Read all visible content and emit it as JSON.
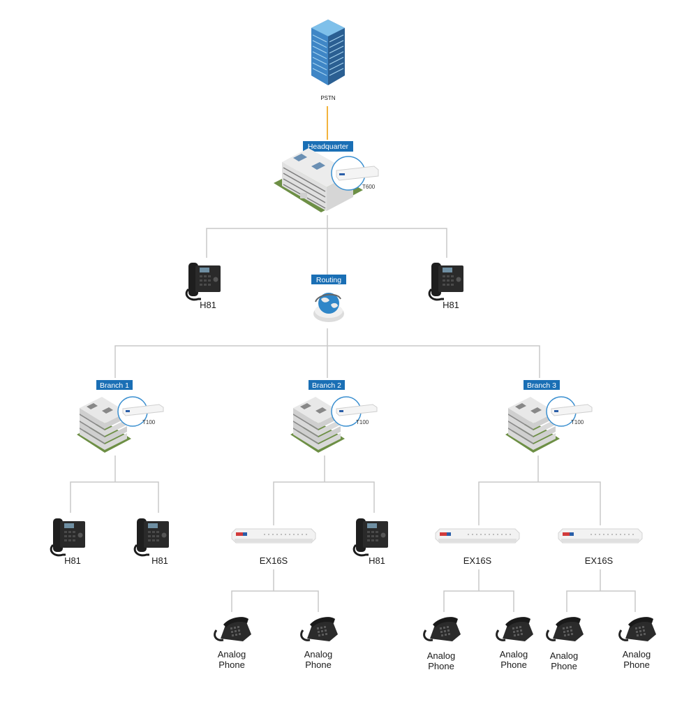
{
  "pstn": {
    "label": "PSTN"
  },
  "headquarter": {
    "tag": "Headquarter",
    "device": "T600"
  },
  "routing": {
    "tag": "Routing"
  },
  "hq_phones": [
    {
      "label": "H81"
    },
    {
      "label": "H81"
    }
  ],
  "branches": [
    {
      "tag": "Branch 1",
      "device": "T100",
      "children": [
        {
          "label": "H81"
        },
        {
          "label": "H81"
        }
      ]
    },
    {
      "tag": "Branch 2",
      "device": "T100",
      "children": [
        {
          "label": "EX16S"
        },
        {
          "label": "H81"
        }
      ],
      "analog": [
        {
          "line1": "Analog",
          "line2": "Phone"
        },
        {
          "line1": "Analog",
          "line2": "Phone"
        }
      ]
    },
    {
      "tag": "Branch 3",
      "device": "T100",
      "children": [
        {
          "label": "EX16S"
        },
        {
          "label": "EX16S"
        }
      ],
      "analog": [
        {
          "line1": "Analog",
          "line2": "Phone"
        },
        {
          "line1": "Analog",
          "line2": "Phone"
        },
        {
          "line1": "Analog",
          "line2": "Phone"
        },
        {
          "line1": "Analog",
          "line2": "Phone"
        }
      ]
    }
  ],
  "colors": {
    "tag": "#1a6fb5",
    "trunk": "#f2b33d",
    "line": "#c8c8c8"
  }
}
